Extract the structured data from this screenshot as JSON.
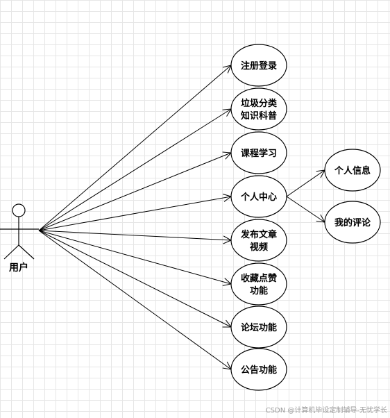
{
  "actor": {
    "label": "用户"
  },
  "use_cases": [
    {
      "id": "register",
      "lines": [
        "注册登录"
      ]
    },
    {
      "id": "garbage",
      "lines": [
        "垃圾分类",
        "知识科普"
      ]
    },
    {
      "id": "course",
      "lines": [
        "课程学习"
      ]
    },
    {
      "id": "personal",
      "lines": [
        "个人中心"
      ]
    },
    {
      "id": "publish",
      "lines": [
        "发布文章",
        "视频"
      ]
    },
    {
      "id": "favorite",
      "lines": [
        "收藏点赞",
        "功能"
      ]
    },
    {
      "id": "forum",
      "lines": [
        "论坛功能"
      ]
    },
    {
      "id": "notice",
      "lines": [
        "公告功能"
      ]
    },
    {
      "id": "profile",
      "lines": [
        "个人信息"
      ]
    },
    {
      "id": "comments",
      "lines": [
        "我的评论"
      ]
    }
  ],
  "relations": [
    [
      "actor",
      "register"
    ],
    [
      "actor",
      "garbage"
    ],
    [
      "actor",
      "course"
    ],
    [
      "actor",
      "personal"
    ],
    [
      "actor",
      "publish"
    ],
    [
      "actor",
      "favorite"
    ],
    [
      "actor",
      "forum"
    ],
    [
      "actor",
      "notice"
    ],
    [
      "personal",
      "profile"
    ],
    [
      "personal",
      "comments"
    ]
  ],
  "watermark": "CSDN @计算机毕设定制辅导-无忧学长"
}
